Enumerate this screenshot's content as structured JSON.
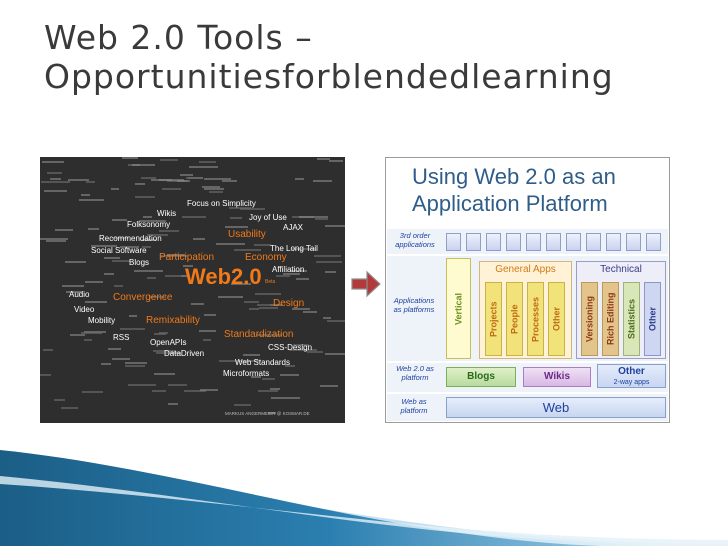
{
  "slide": {
    "title_line1": "Web 2.0 Tools –",
    "title_line2": "Opportunitiesforblendedlearning"
  },
  "word_cloud": {
    "credit": "MARKUS ANGERMEIER @ KOSMAR.DE",
    "words": [
      {
        "text": "Web2.0",
        "color": "#f07a1a"
      },
      {
        "text": "Beta",
        "color": "#f07a1a"
      },
      {
        "text": "Focus on Simplicity",
        "color": "#ffffff"
      },
      {
        "text": "Wikis",
        "color": "#ffffff"
      },
      {
        "text": "Joy of Use",
        "color": "#ffffff"
      },
      {
        "text": "Folksonomy",
        "color": "#ffffff"
      },
      {
        "text": "AJAX",
        "color": "#ffffff"
      },
      {
        "text": "Usability",
        "color": "#f07a1a"
      },
      {
        "text": "Recommendation",
        "color": "#ffffff"
      },
      {
        "text": "The Long Tail",
        "color": "#ffffff"
      },
      {
        "text": "Social Software",
        "color": "#ffffff"
      },
      {
        "text": "Participation",
        "color": "#f07a1a"
      },
      {
        "text": "Economy",
        "color": "#f07a1a"
      },
      {
        "text": "Blogs",
        "color": "#ffffff"
      },
      {
        "text": "Affiliation",
        "color": "#ffffff"
      },
      {
        "text": "Audio",
        "color": "#ffffff"
      },
      {
        "text": "Convergence",
        "color": "#f07a1a"
      },
      {
        "text": "Design",
        "color": "#f07a1a"
      },
      {
        "text": "Video",
        "color": "#ffffff"
      },
      {
        "text": "Mobility",
        "color": "#ffffff"
      },
      {
        "text": "Remixability",
        "color": "#f07a1a"
      },
      {
        "text": "Standardization",
        "color": "#f07a1a"
      },
      {
        "text": "RSS",
        "color": "#ffffff"
      },
      {
        "text": "OpenAPIs",
        "color": "#ffffff"
      },
      {
        "text": "CSS-Design",
        "color": "#ffffff"
      },
      {
        "text": "DataDriven",
        "color": "#ffffff"
      },
      {
        "text": "Web Standards",
        "color": "#ffffff"
      },
      {
        "text": "Microformats",
        "color": "#ffffff"
      }
    ]
  },
  "diagram": {
    "title_line1": "Using Web 2.0 as an",
    "title_line2": "Application Platform",
    "label_3rd": "3rd order applications",
    "label_apps": "Applications as platforms",
    "label_web20": "Web 2.0 as platform",
    "label_web": "Web as platform",
    "vertical": "Vertical",
    "general_apps": "General Apps",
    "technical": "Technical",
    "general_items": [
      "Projects",
      "People",
      "Processes",
      "Other"
    ],
    "technical_items": [
      "Versioning",
      "Rich Editing",
      "Statistics",
      "Other"
    ],
    "blogs": "Blogs",
    "wikis": "Wikis",
    "other": "Other",
    "other_sub": "2-way apps",
    "web": "Web"
  }
}
